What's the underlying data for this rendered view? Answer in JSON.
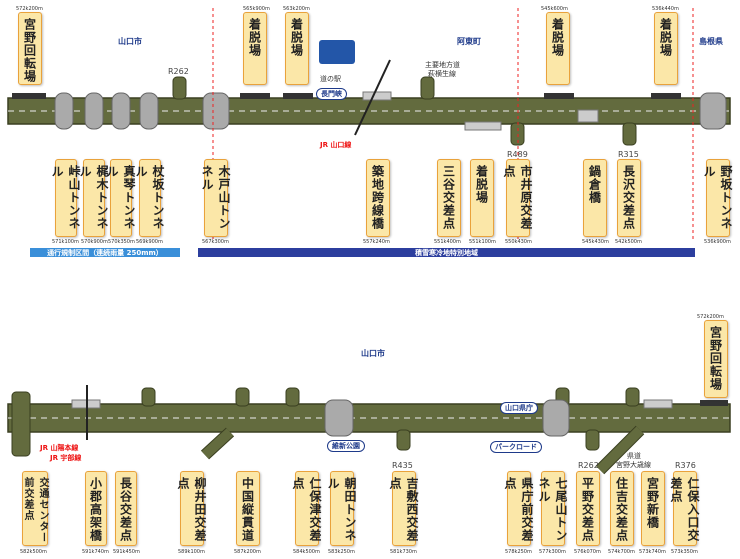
{
  "areas": {
    "yamaguchi1": "山口市",
    "abu": "阿東町",
    "shimane": "島根県",
    "yamaguchi2": "山口市"
  },
  "routes": {
    "r262a": "R262",
    "r489": "R489",
    "r315": "R315",
    "r435": "R435",
    "r262b": "R262",
    "r376": "R376"
  },
  "top_cards": [
    {
      "label": "宮野回転場",
      "km": "572k200m"
    },
    {
      "label": "着脱場",
      "km": "565k900m"
    },
    {
      "label": "着脱場",
      "km": "563k200m"
    },
    {
      "label": "着脱場",
      "km": "545k600m"
    },
    {
      "label": "着脱場",
      "km": "536k440m"
    }
  ],
  "mid_cards": [
    {
      "label": "峠山トンネル",
      "km": "571k100m"
    },
    {
      "label": "梶木トンネル",
      "km": "570k900m"
    },
    {
      "label": "真琴トンネル",
      "km": "570k350m"
    },
    {
      "label": "杖坂トンネル",
      "km": "569k900m"
    },
    {
      "label": "木戸山トンネル",
      "km": "567k300m"
    },
    {
      "label": "築地跨線橋",
      "km": "557k240m"
    },
    {
      "label": "三谷交差点",
      "km": "551k400m"
    },
    {
      "label": "着脱場",
      "km": "551k100m"
    },
    {
      "label": "市井原交差点",
      "km": "550k430m"
    },
    {
      "label": "鍋倉橋",
      "km": "545k430m"
    },
    {
      "label": "長沢交差点",
      "km": "542k500m"
    },
    {
      "label": "野坂トンネル",
      "km": "536k900m"
    }
  ],
  "bars": {
    "regulation": "通行規制区間（連続雨量 250mm）",
    "cold": "積雪寒冷地特別地域"
  },
  "misc": {
    "michinoeki": "道の駅",
    "nagatokyo": "長門峡",
    "jr_yamaguchi": "JR 山口線",
    "local_road": "主要地方道",
    "hagi_line": "萩横生線",
    "jr_sanyo": "JR 山陽本線",
    "jr_ube": "JR 宇部線",
    "ishin": "維新公園",
    "ken_office": "山口県庁",
    "park_road": "パークロード",
    "kendo": "県道",
    "miyano_route": "宮野大歳線"
  },
  "bottom_right_card": {
    "label": "宮野回転場",
    "km": "572k200m"
  },
  "bottom_cards": [
    {
      "label": "交通センター前交差点",
      "km": "582k500m"
    },
    {
      "label": "小郡高架橋",
      "km": "591k740m"
    },
    {
      "label": "長谷交差点",
      "km": "591k450m"
    },
    {
      "label": "柳井田交差点",
      "km": "589k100m"
    },
    {
      "label": "中国縦貫道",
      "km": "587k200m"
    },
    {
      "label": "仁保津交差点",
      "km": "584k500m"
    },
    {
      "label": "朝田トンネル",
      "km": "583k250m"
    },
    {
      "label": "吉敷西交差点",
      "km": "581k730m"
    },
    {
      "label": "県庁前交差点",
      "km": "578k250m"
    },
    {
      "label": "七尾山トンネル",
      "km": "577k300m"
    },
    {
      "label": "平野交差点",
      "km": "576k070m"
    },
    {
      "label": "住吉交差点",
      "km": "574k700m"
    },
    {
      "label": "宮野新橋",
      "km": "573k740m"
    },
    {
      "label": "仁保入口交差点",
      "km": "573k350m"
    }
  ],
  "colors": {
    "road": "#636b3e",
    "card": "#fbe7a8",
    "card_border": "#e9a23b",
    "bar1": "#3a8fd9",
    "bar2": "#2c3e9e"
  }
}
